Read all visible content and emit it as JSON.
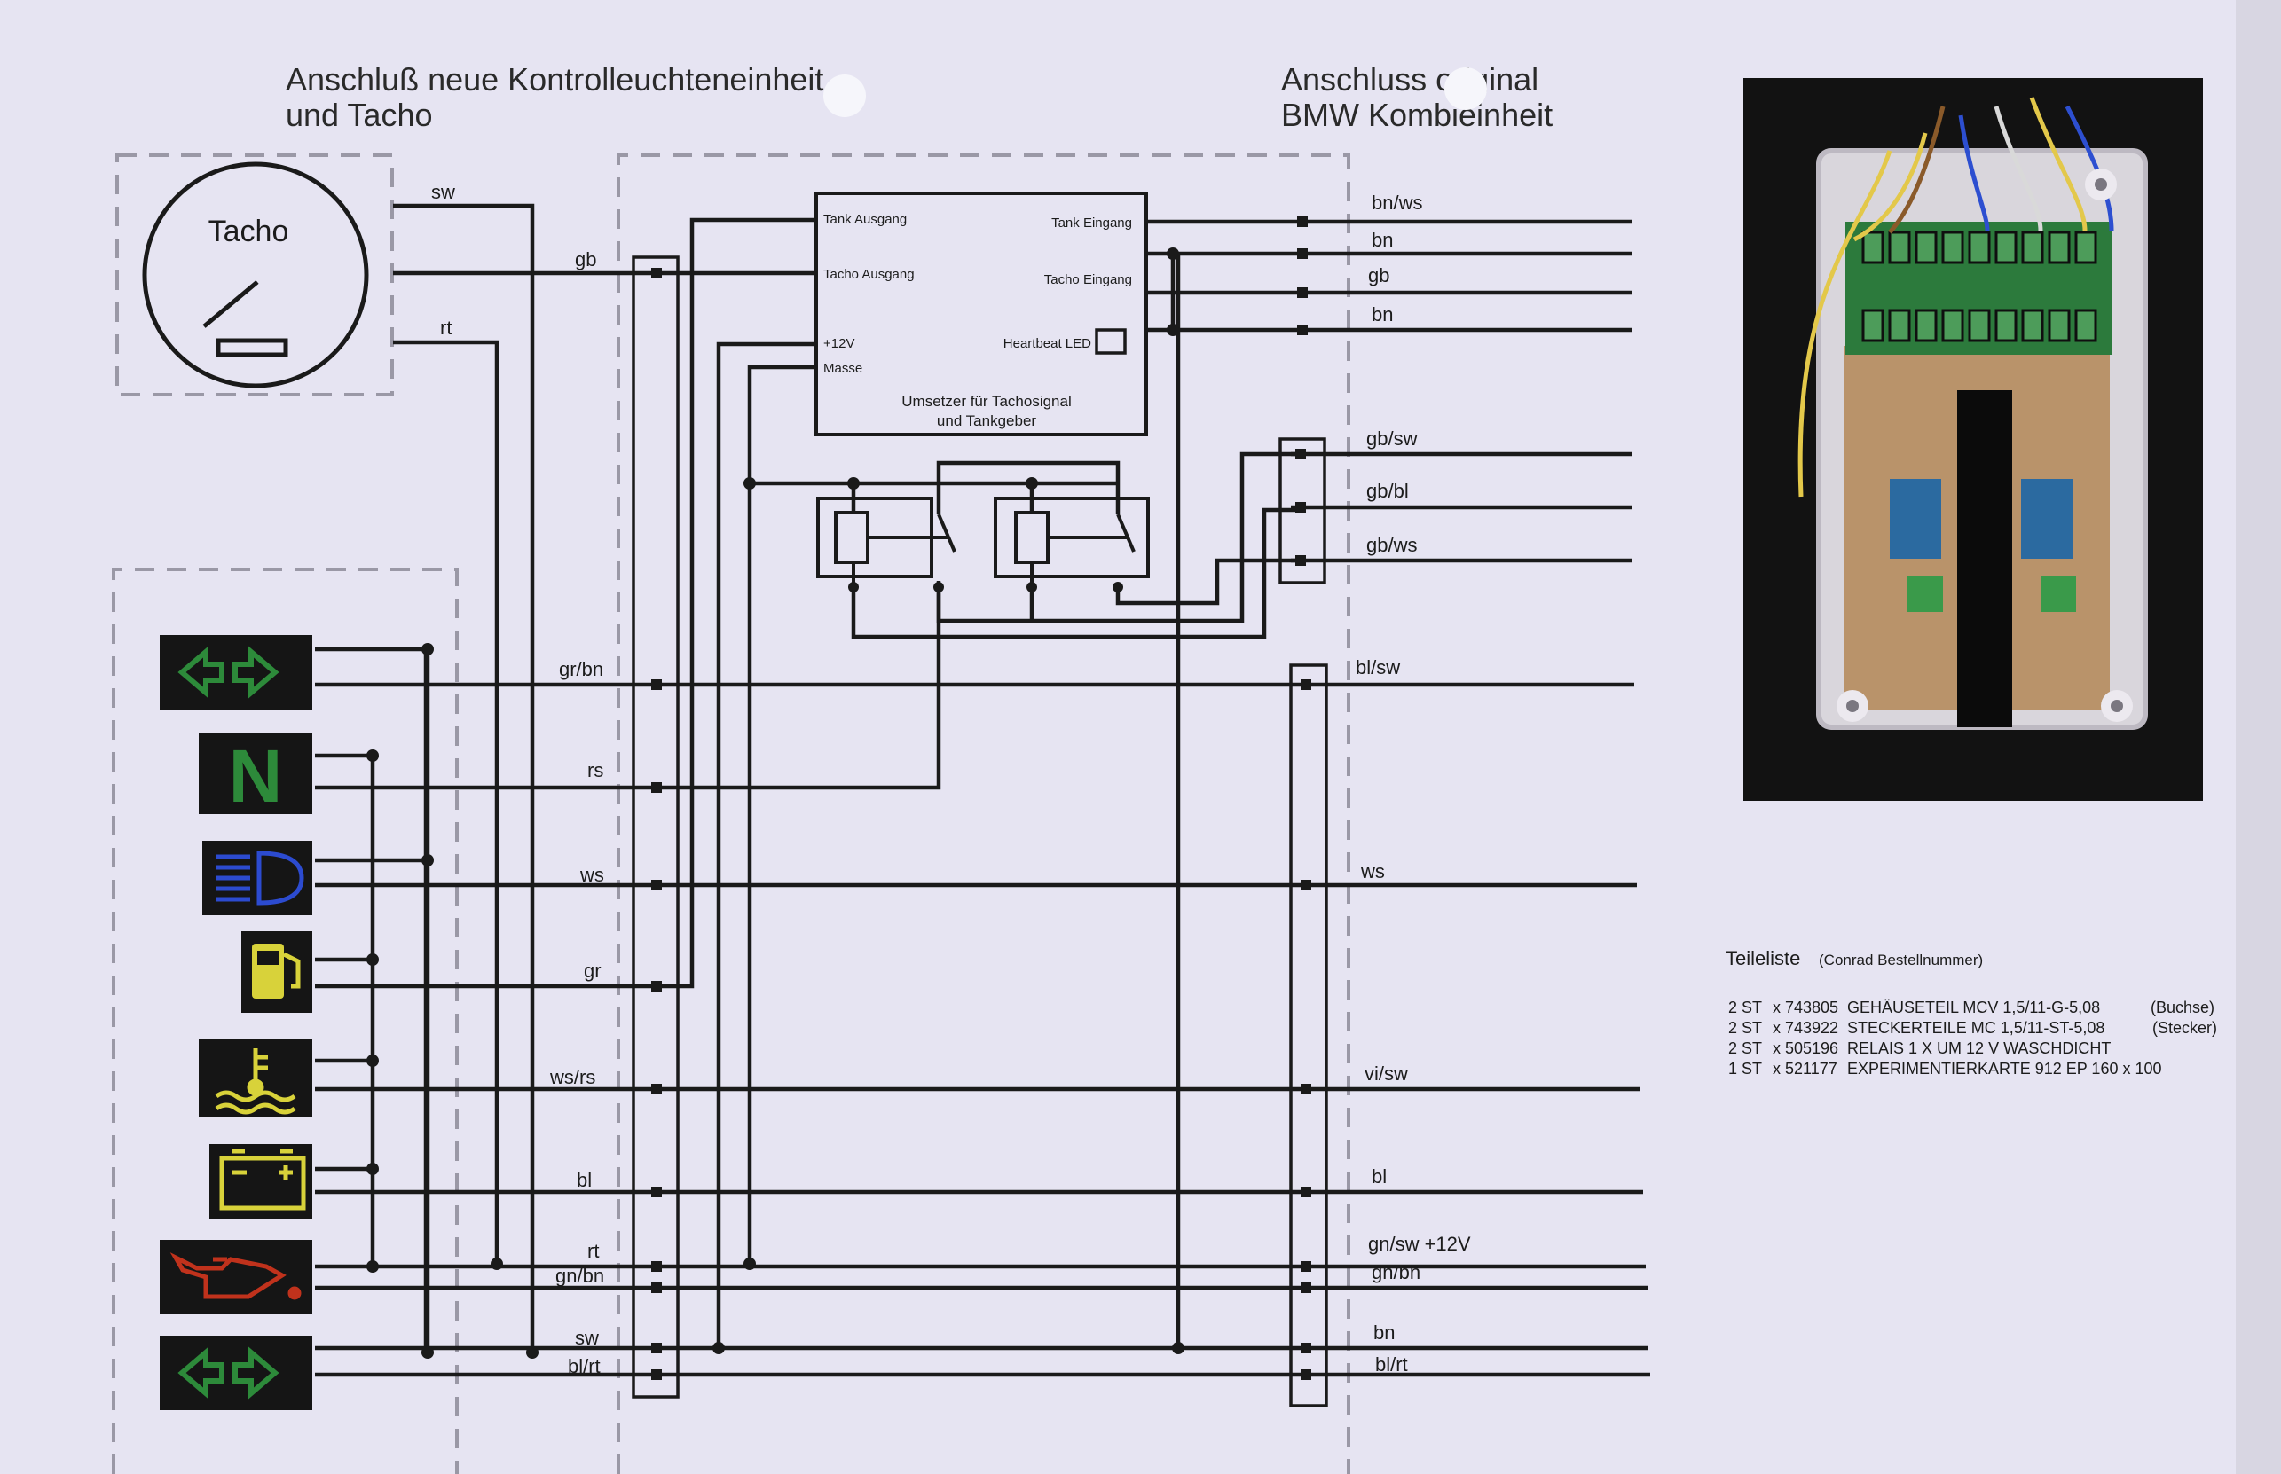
{
  "headings": {
    "left_line1": "Anschluß neue Kontrolleuchteneinheit",
    "left_line2": "und Tacho",
    "right_line1": "Anschluss original",
    "right_line2": "BMW Kombieinheit"
  },
  "tacho_label": "Tacho",
  "converter": {
    "tank_out": "Tank Ausgang",
    "tank_in": "Tank Eingang",
    "tacho_out": "Tacho Ausgang",
    "tacho_in": "Tacho Eingang",
    "plus12v": "+12V",
    "masse": "Masse",
    "heartbeat": "Heartbeat LED",
    "title_line1": "Umsetzer für Tachosignal",
    "title_line2": "und Tankgeber"
  },
  "left_wire_labels": {
    "sw_top": "sw",
    "gb": "gb",
    "rt_top": "rt",
    "gr_bn": "gr/bn",
    "rs": "rs",
    "ws": "ws",
    "gr": "gr",
    "ws_rs": "ws/rs",
    "bl": "bl",
    "rt_bottom": "rt",
    "gn_bn": "gn/bn",
    "sw_bottom": "sw",
    "bl_rt": "bl/rt"
  },
  "right_wire_labels": {
    "bn_ws": "bn/ws",
    "bn_1": "bn",
    "gb": "gb",
    "bn_2": "bn",
    "gb_sw": "gb/sw",
    "gb_bl": "gb/bl",
    "gb_ws": "gb/ws",
    "bl_sw": "bl/sw",
    "ws": "ws",
    "vi_sw": "vi/sw",
    "bl": "bl",
    "gn_sw_12v": "gn/sw +12V",
    "gn_bn": "gn/bn",
    "bn_3": "bn",
    "bl_rt": "bl/rt"
  },
  "indicator_icons": [
    "turn-signal-icon",
    "neutral-icon",
    "high-beam-icon",
    "fuel-icon",
    "coolant-temperature-icon",
    "battery-icon",
    "oil-pressure-icon",
    "turn-signal-icon"
  ],
  "neutral_letter": "N",
  "parts": {
    "title": "Teileliste",
    "subtitle": "(Conrad Bestellnummer)",
    "rows": [
      {
        "qty": "2 ST",
        "nr": "x 743805",
        "desc": "GEHÄUSETEIL MCV 1,5/11-G-5,08",
        "note": "(Buchse)"
      },
      {
        "qty": "2 ST",
        "nr": "x 743922",
        "desc": "STECKERTEILE MC 1,5/11-ST-5,08",
        "note": "(Stecker)"
      },
      {
        "qty": "2 ST",
        "nr": "x 505196",
        "desc": "RELAIS 1 X UM 12 V WASCHDICHT",
        "note": ""
      },
      {
        "qty": "1 ST",
        "nr": "x 521177",
        "desc": "EXPERIMENTIERKARTE 912 EP 160 x 100",
        "note": ""
      }
    ]
  },
  "colors": {
    "wire": "#1a1a1a",
    "indicator_bg": "#151515",
    "green": "#2d8a3a",
    "blue": "#2c4bd0",
    "yellow": "#d8d23a",
    "red": "#c0321c",
    "photo_bg": "#121212"
  }
}
